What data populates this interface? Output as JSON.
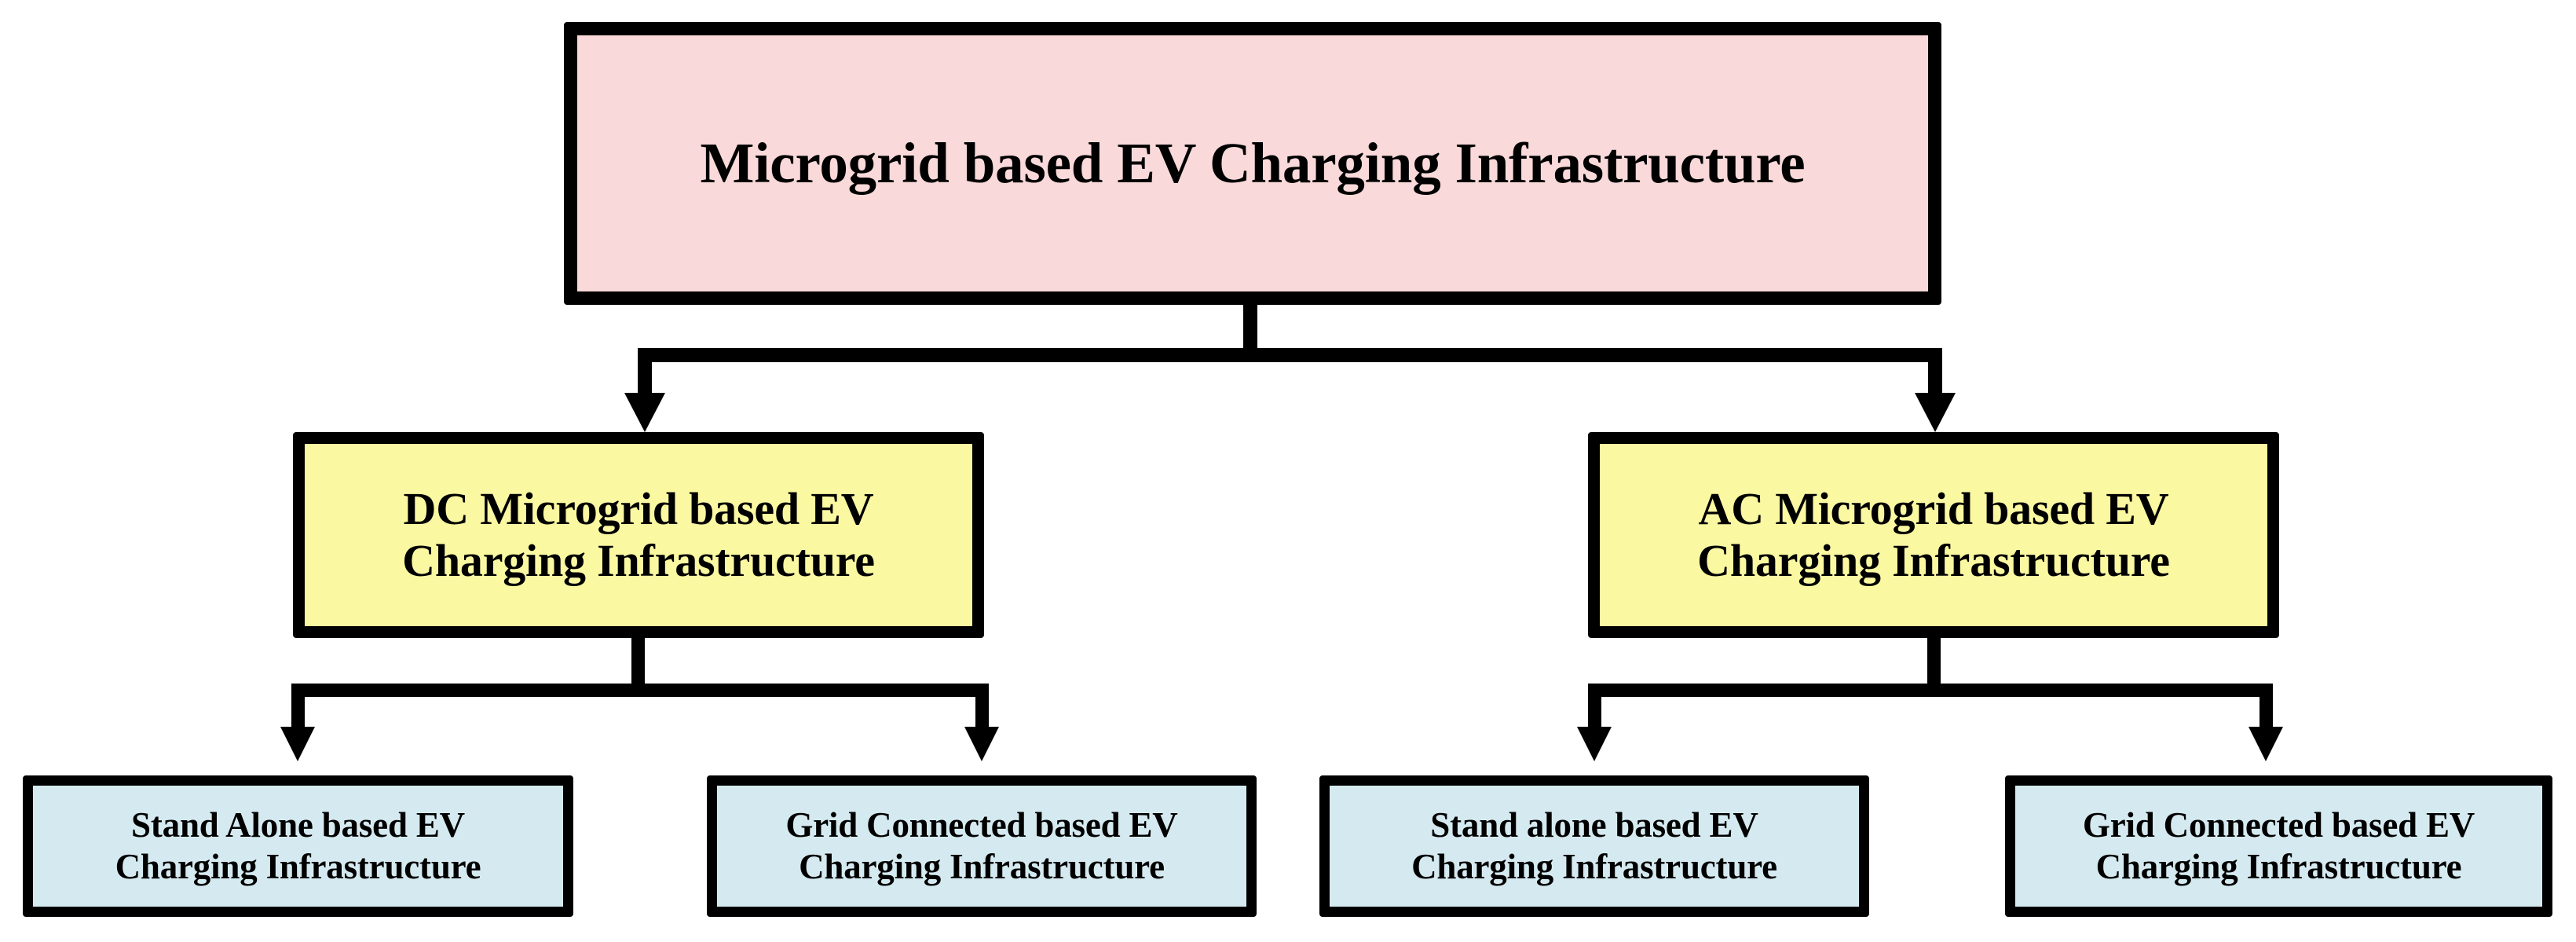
{
  "diagram": {
    "type": "hierarchy-tree",
    "title_text": "Microgrid based EV Charging Infrastructure",
    "levels": 3,
    "colors": {
      "root_fill": "#F9D9D9",
      "mid_fill": "#FBF8A2",
      "leaf_fill": "#D5EAF0",
      "border": "#000000",
      "text": "#000000",
      "background": "#FFFFFF"
    },
    "root": {
      "label": "Microgrid based EV Charging Infrastructure"
    },
    "mid": [
      {
        "label_line1": "DC Microgrid based EV",
        "label_line2": "Charging Infrastructure"
      },
      {
        "label_line1": "AC Microgrid based EV",
        "label_line2": "Charging Infrastructure"
      }
    ],
    "leaves": [
      {
        "label_line1": "Stand Alone based EV",
        "label_line2": "Charging Infrastructure"
      },
      {
        "label_line1": "Grid Connected based EV",
        "label_line2": "Charging Infrastructure"
      },
      {
        "label_line1": "Stand alone based EV",
        "label_line2": "Charging Infrastructure"
      },
      {
        "label_line1": "Grid Connected based EV",
        "label_line2": "Charging Infrastructure"
      }
    ]
  }
}
